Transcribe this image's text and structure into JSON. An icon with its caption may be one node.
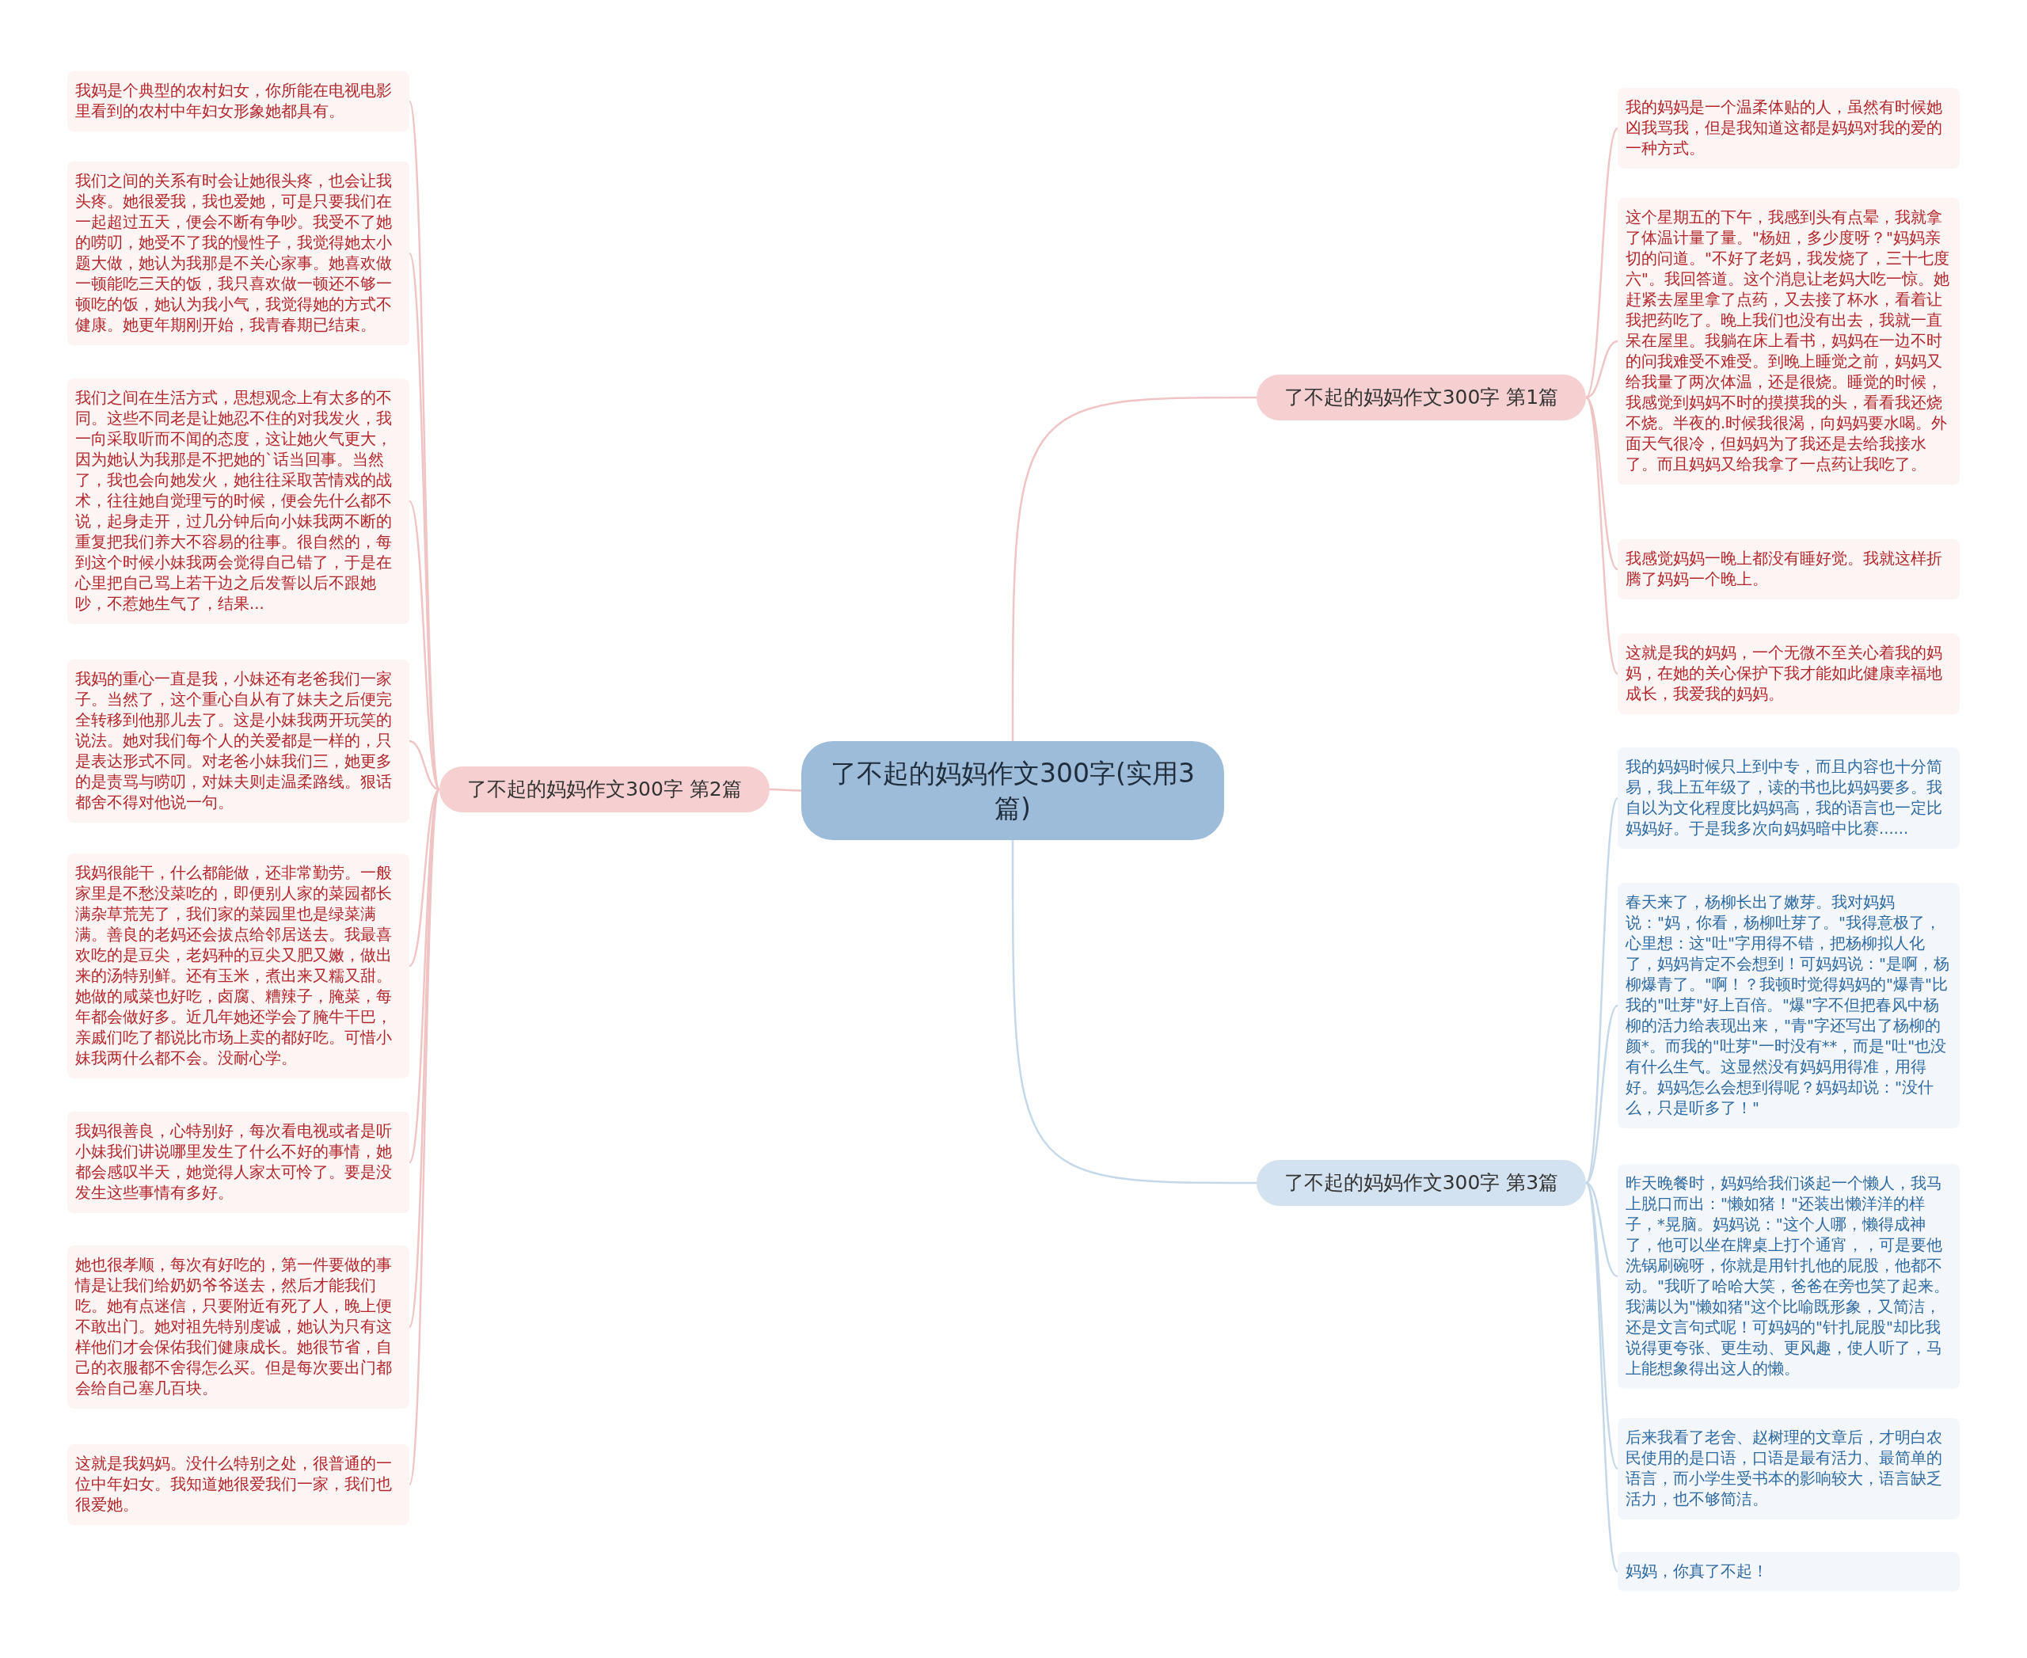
{
  "diagram": {
    "nodes": [
      {
        "text": [
          "了不起的妈妈作文300字(实用3篇)"
        ]
      },
      {
        "text": [
          "了不起的妈妈作文300字 第1篇"
        ]
      },
      {
        "text": [
          "我的妈妈是一个温柔体贴的人，虽然有时候她凶我骂我，但是我知道这都是妈妈对我的爱的一种方式。"
        ]
      },
      {
        "text": [
          "这个星期五的下午，我感到头有点晕，我就拿了体温计量了量。\"杨妞，多少度呀？\"妈妈亲切的问道。\"不好了老妈，我发烧了，三十七度六\"。我回答道。这个消息让老妈大吃一惊。她赶紧去屋里拿了点药，又去接了杯水，看着让我把药吃了。晚上我们也没有出去，我就一直呆在屋里。我躺在床上看书，妈妈在一边不时的问我难受不难受。到晚上睡觉之前，妈妈又给我量了两次体温，还是很烧。睡觉的时候，我感觉到妈妈不时的摸摸我的头，看看我还烧不烧。半夜的.时候我很渴，向妈妈要水喝。外面天气很冷，但妈妈为了我还是去给我接水了。而且妈妈又给我拿了一点药让我吃了。"
        ]
      },
      {
        "text": [
          "我感觉妈妈一晚上都没有睡好觉。我就这样折腾了妈妈一个晚上。"
        ]
      },
      {
        "text": [
          "这就是我的妈妈，一个无微不至关心着我的妈妈，在她的关心保护下我才能如此健康幸福地成长，我爱我的妈妈。"
        ]
      },
      {
        "text": [
          "了不起的妈妈作文300字 第2篇"
        ]
      },
      {
        "text": [
          "我妈是个典型的农村妇女，你所能在电视电影里看到的农村中年妇女形象她都具有。"
        ]
      },
      {
        "text": [
          "我们之间的关系有时会让她很头疼，也会让我头疼。她很爱我，我也爱她，可是只要我们在一起超过五天，便会不断有争吵。我受不了她的唠叨，她受不了我的慢性子，我觉得她太小题大做，她认为我那是不关心家事。她喜欢做一顿能吃三天的饭，我只喜欢做一顿还不够一顿吃的饭，她认为我小气，我觉得她的方式不健康。她更年期刚开始，我青春期已结束。"
        ]
      },
      {
        "text": [
          "我们之间在生活方式，思想观念上有太多的不同。这些不同老是让她忍不住的对我发火，我一向采取听而不闻的态度，这让她火气更大，因为她认为我那是不把她的`话当回事。当然了，我也会向她发火，她往往采取苦情戏的战术，往往她自觉理亏的时候，便会先什么都不说，起身走开，过几分钟后向小妹我两不断的重复把我们养大不容易的往事。很自然的，每到这个时候小妹我两会觉得自己错了，于是在心里把自己骂上若干边之后发誓以后不跟她吵，不惹她生气了，结果..."
        ]
      },
      {
        "text": [
          "我妈的重心一直是我，小妹还有老爸我们一家子。当然了，这个重心自从有了妹夫之后便完全转移到他那儿去了。这是小妹我两开玩笑的说法。她对我们每个人的关爱都是一样的，只是表达形式不同。对老爸小妹我们三，她更多的是责骂与唠叨，对妹夫则走温柔路线。狠话都舍不得对他说一句。"
        ]
      },
      {
        "text": [
          "我妈很能干，什么都能做，还非常勤劳。一般家里是不愁没菜吃的，即便别人家的菜园都长满杂草荒芜了，我们家的菜园里也是绿菜满满。善良的老妈还会拔点给邻居送去。我最喜欢吃的是豆尖，老妈种的豆尖又肥又嫩，做出来的汤特别鲜。还有玉米，煮出来又糯又甜。她做的咸菜也好吃，卤腐、糟辣子，腌菜，每年都会做好多。近几年她还学会了腌牛干巴，亲戚们吃了都说比市场上卖的都好吃。可惜小妹我两什么都不会。没耐心学。"
        ]
      },
      {
        "text": [
          "我妈很善良，心特别好，每次看电视或者是听小妹我们讲说哪里发生了什么不好的事情，她都会感叹半天，她觉得人家太可怜了。要是没发生这些事情有多好。"
        ]
      },
      {
        "text": [
          "她也很孝顺，每次有好吃的，第一件要做的事情是让我们给奶奶爷爷送去，然后才能我们吃。她有点迷信，只要附近有死了人，晚上便不敢出门。她对祖先特别虔诚，她认为只有这样他们才会保佑我们健康成长。她很节省，自己的衣服都不舍得怎么买。但是每次要出门都会给自己塞几百块。"
        ]
      },
      {
        "text": [
          "这就是我妈妈。没什么特别之处，很普通的一位中年妇女。我知道她很爱我们一家，我们也很爱她。"
        ]
      },
      {
        "text": [
          "了不起的妈妈作文300字 第3篇"
        ]
      },
      {
        "text": [
          "我的妈妈时候只上到中专，而且内容也十分简易，我上五年级了，读的书也比妈妈要多。我自以为文化程度比妈妈高，我的语言也一定比妈妈好。于是我多次向妈妈暗中比赛......"
        ]
      },
      {
        "text": [
          "春天来了，杨柳长出了嫩芽。我对妈妈说：\"妈，你看，杨柳吐芽了。\"我得意极了，心里想：这\"吐\"字用得不错，把杨柳拟人化了，妈妈肯定不会想到！可妈妈说：\"是啊，杨柳爆青了。\"啊！？我顿时觉得妈妈的\"爆青\"比我的\"吐芽\"好上百倍。\"爆\"字不但把春风中杨柳的活力给表现出来，\"青\"字还写出了杨柳的颜*。而我的\"吐芽\"一时没有**，而是\"吐\"也没有什么生气。这显然没有妈妈用得准，用得好。妈妈怎么会想到得呢？妈妈却说：\"没什么，只是听多了！\""
        ]
      },
      {
        "text": [
          "昨天晚餐时，妈妈给我们谈起一个懒人，我马上脱口而出：\"懒如猪！\"还装出懒洋洋的样子，*晃脑。妈妈说：\"这个人哪，懒得成神了，他可以坐在牌桌上打个通宵，，可是要他洗锅刷碗呀，你就是用针扎他的屁股，他都不动。\"我听了哈哈大笑，爸爸在旁也笑了起来。我满以为\"懒如猪\"这个比喻既形象，又简洁，还是文言句式呢！可妈妈的\"针扎屁股\"却比我说得更夸张、更生动、更风趣，使人听了，马上能想象得出这人的懒。"
        ]
      },
      {
        "text": [
          "后来我看了老舍、赵树理的文章后，才明白农民使用的是口语，口语是最有活力、最简单的语言，而小学生受书本的影响较大，语言缺乏活力，也不够简洁。"
        ]
      },
      {
        "text": [
          "妈妈，你真了不起！"
        ]
      }
    ],
    "edges": [
      {
        "from": 0,
        "to": 1,
        "arrow": "none"
      },
      {
        "from": 1,
        "to": 2,
        "arrow": "none"
      },
      {
        "from": 1,
        "to": 3,
        "arrow": "none"
      },
      {
        "from": 1,
        "to": 4,
        "arrow": "none"
      },
      {
        "from": 1,
        "to": 5,
        "arrow": "none"
      },
      {
        "from": 0,
        "to": 6,
        "arrow": "none"
      },
      {
        "from": 6,
        "to": 7,
        "arrow": "none"
      },
      {
        "from": 6,
        "to": 8,
        "arrow": "none"
      },
      {
        "from": 6,
        "to": 9,
        "arrow": "none"
      },
      {
        "from": 6,
        "to": 10,
        "arrow": "none"
      },
      {
        "from": 6,
        "to": 11,
        "arrow": "none"
      },
      {
        "from": 6,
        "to": 12,
        "arrow": "none"
      },
      {
        "from": 6,
        "to": 13,
        "arrow": "none"
      },
      {
        "from": 6,
        "to": 14,
        "arrow": "none"
      },
      {
        "from": 0,
        "to": 15,
        "arrow": "none",
        "color": "#c5d8ea"
      },
      {
        "from": 15,
        "to": 16,
        "arrow": "none",
        "color": "#c5d8ea"
      },
      {
        "from": 15,
        "to": 17,
        "arrow": "none",
        "color": "#c5d8ea"
      },
      {
        "from": 15,
        "to": 18,
        "arrow": "none",
        "color": "#c5d8ea"
      },
      {
        "from": 15,
        "to": 19,
        "arrow": "none",
        "color": "#c5d8ea"
      },
      {
        "from": 15,
        "to": 20,
        "arrow": "none",
        "color": "#c5d8ea"
      }
    ]
  }
}
